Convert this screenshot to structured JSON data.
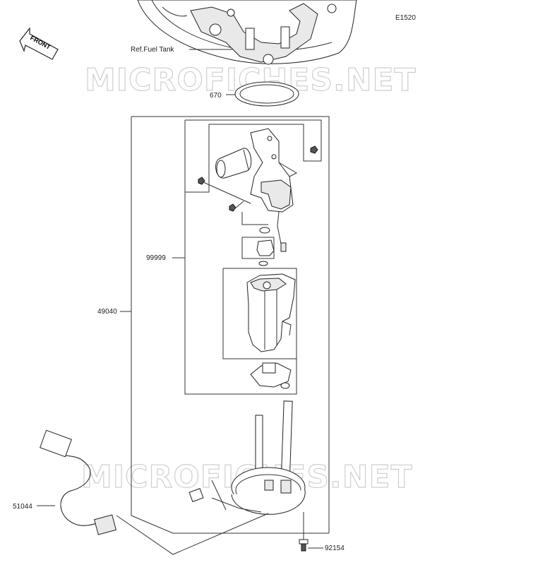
{
  "diagram": {
    "code": "E1520",
    "front_label": "FRONT",
    "ref_label": "Ref.Fuel Tank",
    "watermark": "MICROFICHES.NET",
    "parts": [
      {
        "id": "670"
      },
      {
        "id": "99999"
      },
      {
        "id": "49040"
      },
      {
        "id": "51044"
      },
      {
        "id": "92154"
      }
    ]
  }
}
